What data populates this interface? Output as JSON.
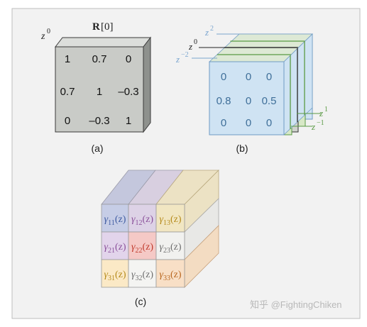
{
  "panel_a": {
    "title_bold": "R",
    "title_rest": "[0]",
    "z_base": "z",
    "z_exp": "0",
    "matrix": [
      [
        "1",
        "0.7",
        "0"
      ],
      [
        "0.7",
        "1",
        "–0.3"
      ],
      [
        "0",
        "–0.3",
        "1"
      ]
    ],
    "caption": "(a)"
  },
  "panel_b": {
    "labels": {
      "z2_base": "z",
      "z2_exp": "2",
      "z0_base": "z",
      "z0_exp": "0",
      "zm2_base": "z",
      "zm2_exp": "−2",
      "z1_base": "z",
      "z1_exp": "1",
      "zm1_base": "z",
      "zm1_exp": "−1"
    },
    "matrix": [
      [
        "0",
        "0",
        "0"
      ],
      [
        "0.8",
        "0",
        "0.5"
      ],
      [
        "0",
        "0",
        "0"
      ]
    ],
    "caption": "(b)"
  },
  "panel_c": {
    "symbol": "γ",
    "arg": "(z)",
    "cells": [
      [
        "11",
        "12",
        "13"
      ],
      [
        "21",
        "22",
        "23"
      ],
      [
        "31",
        "32",
        "33"
      ]
    ],
    "caption": "(c)"
  },
  "watermark": "知乎 @FightingChiken",
  "colors": {
    "frame_bg": "#f2f2f2",
    "gray_cube": "#c9cbc7",
    "blue_face": "#cfe3f3",
    "green_line": "#6aa84f",
    "blue_label": "#7aa5cf",
    "green_label": "#5a9a44"
  }
}
